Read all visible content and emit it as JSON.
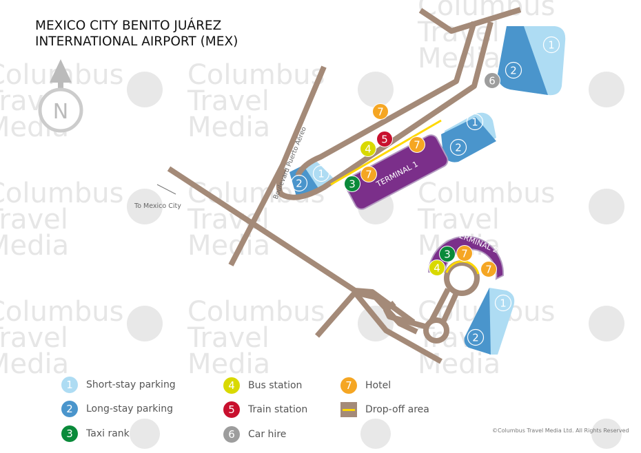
{
  "title_line1": "MEXICO CITY BENITO JUÁREZ",
  "title_line2": "INTERNATIONAL AIRPORT (MEX)",
  "compass": "N",
  "watermark": "Columbus\nTravel\nMedia",
  "labels": {
    "boulevard": "Boulevard Puerto Aéreo",
    "to_city": "To Mexico City",
    "terminal1": "TERMINAL 1",
    "terminal2": "TERMINAL 2"
  },
  "markers": {
    "m1": "1",
    "m2": "2",
    "m3": "3",
    "m4": "4",
    "m5": "5",
    "m6": "6",
    "m7": "7"
  },
  "legend": [
    {
      "num": "1",
      "label": "Short-stay parking",
      "color": "#aedcf3"
    },
    {
      "num": "2",
      "label": "Long-stay parking",
      "color": "#4a95cc"
    },
    {
      "num": "3",
      "label": "Taxi rank",
      "color": "#0a8a3a"
    },
    {
      "num": "4",
      "label": "Bus station",
      "color": "#d9d900"
    },
    {
      "num": "5",
      "label": "Train station",
      "color": "#c8102e"
    },
    {
      "num": "6",
      "label": "Car hire",
      "color": "#9d9d9d"
    },
    {
      "num": "7",
      "label": "Hotel",
      "color": "#f5a623"
    },
    {
      "num": "",
      "label": "Drop-off area",
      "color": "#a48a78"
    }
  ],
  "copyright": "©Columbus Travel Media Ltd. All Rights Reserved"
}
